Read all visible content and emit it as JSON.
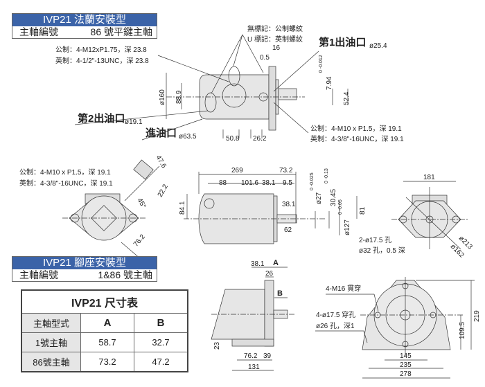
{
  "flange_header": {
    "title": "IVP21 法蘭安裝型",
    "shaft_label": "主軸編號",
    "shaft_value": "86 號平鍵主軸"
  },
  "foot_header": {
    "title": "IVP21 腳座安裝型",
    "shaft_label": "主軸編號",
    "shaft_value": "1&86 號主軸"
  },
  "flange_view": {
    "thread_note_1": "無標記：公制螺紋",
    "thread_note_2": "U 標記：英制螺紋",
    "outlet1": "第1出油口",
    "outlet1_dia": "ø25.4",
    "outlet2": "第2出油口",
    "outlet2_dia": "ø19.1",
    "inlet": "進油口",
    "inlet_dia": "ø63.5",
    "metric_top": "公制：4-M12xP1.75，深 23.8",
    "imperial_top": "英制：4-1/2\"-13UNC，深 23.8",
    "metric_right": "公制：4-M10 x P1.5，深 19.1",
    "imperial_right": "英制：4-3/8\"-16UNC，深 19.1",
    "dims": {
      "d16": "16",
      "d05": "0.5",
      "d794": "7.94",
      "tol794": "0 -0.012",
      "d524": "52.4",
      "d508": "50.8",
      "d262": "26.2",
      "d160": "ø160",
      "d889": "88.9"
    }
  },
  "end_view_left": {
    "metric": "公制：4-M10 x P1.5，深 19.1",
    "imperial": "英制：4-3/8\"-16UNC，深 19.1",
    "d476": "47.6",
    "d222": "22.2",
    "angle": "45°",
    "d762": "76.2"
  },
  "side_view": {
    "d269": "269",
    "d732": "73.2",
    "d88": "88",
    "d1016": "101.6",
    "d381a": "38.1",
    "d95": "9.5",
    "d841": "84.1",
    "d27": "ø27",
    "tol27": "0 -0.025",
    "d3045": "30.45",
    "tol3045": "0 -0.13",
    "d381b": "38.1",
    "d62": "62",
    "d127": "ø127",
    "tol127": "0 -0.05",
    "d81": "81"
  },
  "end_view_right": {
    "d181": "181",
    "holes": "2-ø17.5 孔",
    "counterbore": "ø32 孔，0.5 深",
    "d213": "ø213",
    "d162": "ø162"
  },
  "foot_side": {
    "d381": "38.1",
    "A": "A",
    "d26": "26",
    "B": "B",
    "d23": "23",
    "d762": "76.2",
    "d39": "39",
    "d131": "131"
  },
  "foot_front": {
    "m16": "4-M16 貫穿",
    "holes": "4-ø17.5 穿孔",
    "counterbore": "ø26 孔，深1",
    "d219": "219",
    "d1095": "109.5",
    "d145": "145",
    "d235": "235",
    "d278": "278"
  },
  "size_table": {
    "title": "IVP21 尺寸表",
    "headers": [
      "主軸型式",
      "A",
      "B"
    ],
    "rows": [
      [
        "1號主軸",
        "58.7",
        "32.7"
      ],
      [
        "86號主軸",
        "73.2",
        "47.2"
      ]
    ]
  }
}
